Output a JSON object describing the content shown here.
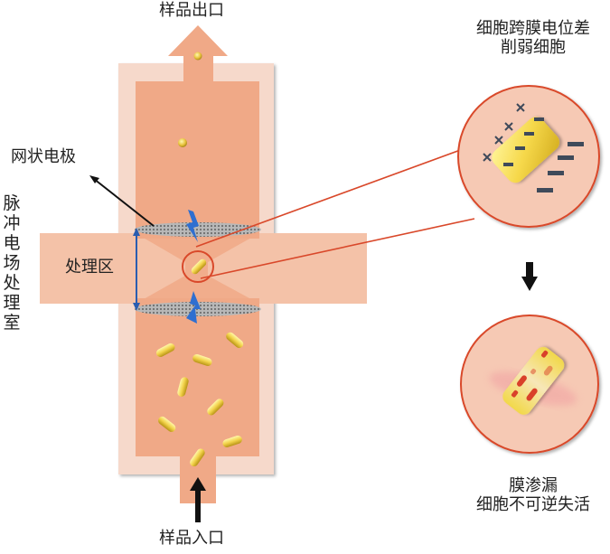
{
  "labels": {
    "outlet": "样品出口",
    "inlet": "样品入口",
    "mesh_electrode": "网状电极",
    "treatment_zone": "处理区",
    "chamber_title": "脉冲电场处理室",
    "zoom_top_line1": "细胞跨膜电位差",
    "zoom_top_line2": "削弱细胞",
    "zoom_bottom_line1": "膜渗漏",
    "zoom_bottom_line2": "细胞不可逆失活"
  },
  "colors": {
    "chamber_outer": "#f6d9cb",
    "chamber_inner": "#f0a987",
    "treatment_band": "#f4c2a8",
    "electrode": "#9a9a9a",
    "lightning": "#2f6fd0",
    "callout": "#d9482a",
    "cell": "#f2d24a",
    "field_arrow": "#2a5db0",
    "zoom_circle_fill": "#f6c9b4",
    "charge_mark": "#3f4a5a",
    "leak": "#d9412a"
  }
}
